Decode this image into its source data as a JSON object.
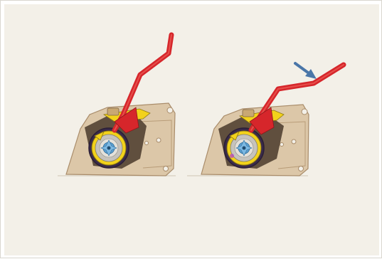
{
  "figure": {
    "panels": [
      {
        "state": "lever-raised"
      },
      {
        "state": "lever-pressed",
        "indicator": "arrow"
      }
    ]
  },
  "colors": {
    "paper": "#f3f0e8",
    "housing": "#dcc7a8",
    "housing_outline": "#a98c6a",
    "lever": "#d6262b",
    "yellow": "#f2d21b",
    "hub_blue": "#5ea4d6",
    "arrow": "#4a76a8"
  }
}
